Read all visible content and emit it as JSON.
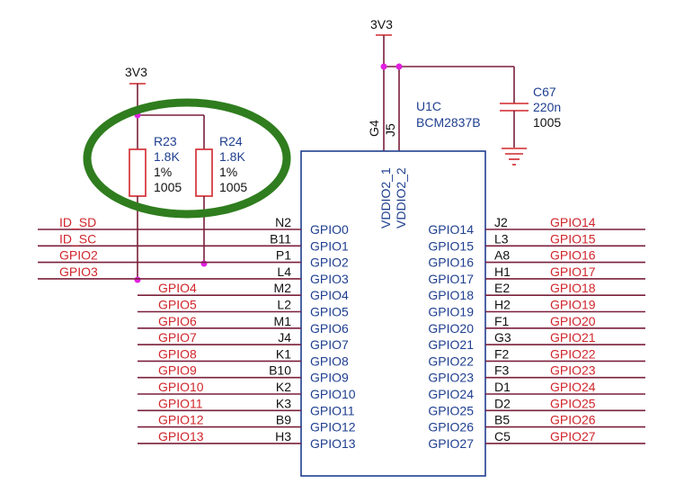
{
  "power": {
    "top": "3V3",
    "left": "3V3"
  },
  "resistors": [
    {
      "ref": "R23",
      "value": "1.8K",
      "tol": "1%",
      "pkg": "1005"
    },
    {
      "ref": "R24",
      "value": "1.8K",
      "tol": "1%",
      "pkg": "1005"
    }
  ],
  "capacitor": {
    "ref": "C67",
    "value": "220n",
    "pkg": "1005"
  },
  "chip": {
    "ref": "U1C",
    "part": "BCM2837B",
    "supply_pins": [
      {
        "pad": "G4",
        "name": "VDDIO2_1"
      },
      {
        "pad": "J5",
        "name": "VDDIO2_2"
      }
    ],
    "left_pins": [
      {
        "net": "ID_SD",
        "pad": "N2",
        "name": "GPIO0"
      },
      {
        "net": "ID_SC",
        "pad": "B11",
        "name": "GPIO1"
      },
      {
        "net": "GPIO2",
        "pad": "P1",
        "name": "GPIO2"
      },
      {
        "net": "GPIO3",
        "pad": "L4",
        "name": "GPIO3"
      },
      {
        "net": "GPIO4",
        "pad": "M2",
        "name": "GPIO4"
      },
      {
        "net": "GPIO5",
        "pad": "L2",
        "name": "GPIO5"
      },
      {
        "net": "GPIO6",
        "pad": "M1",
        "name": "GPIO6"
      },
      {
        "net": "GPIO7",
        "pad": "J4",
        "name": "GPIO7"
      },
      {
        "net": "GPIO8",
        "pad": "K1",
        "name": "GPIO8"
      },
      {
        "net": "GPIO9",
        "pad": "B10",
        "name": "GPIO9"
      },
      {
        "net": "GPIO10",
        "pad": "K2",
        "name": "GPIO10"
      },
      {
        "net": "GPIO11",
        "pad": "K3",
        "name": "GPIO11"
      },
      {
        "net": "GPIO12",
        "pad": "B9",
        "name": "GPIO12"
      },
      {
        "net": "GPIO13",
        "pad": "H3",
        "name": "GPIO13"
      }
    ],
    "right_pins": [
      {
        "name": "GPIO14",
        "pad": "J2",
        "net": "GPIO14"
      },
      {
        "name": "GPIO15",
        "pad": "L3",
        "net": "GPIO15"
      },
      {
        "name": "GPIO16",
        "pad": "A8",
        "net": "GPIO16"
      },
      {
        "name": "GPIO17",
        "pad": "H1",
        "net": "GPIO17"
      },
      {
        "name": "GPIO18",
        "pad": "E2",
        "net": "GPIO18"
      },
      {
        "name": "GPIO19",
        "pad": "H2",
        "net": "GPIO19"
      },
      {
        "name": "GPIO20",
        "pad": "F1",
        "net": "GPIO20"
      },
      {
        "name": "GPIO21",
        "pad": "G3",
        "net": "GPIO21"
      },
      {
        "name": "GPIO22",
        "pad": "F2",
        "net": "GPIO22"
      },
      {
        "name": "GPIO23",
        "pad": "F3",
        "net": "GPIO23"
      },
      {
        "name": "GPIO24",
        "pad": "D1",
        "net": "GPIO24"
      },
      {
        "name": "GPIO25",
        "pad": "D2",
        "net": "GPIO25"
      },
      {
        "name": "GPIO26",
        "pad": "B5",
        "net": "GPIO26"
      },
      {
        "name": "GPIO27",
        "pad": "C5",
        "net": "GPIO27"
      }
    ]
  },
  "colors": {
    "net_label": "#d0262c",
    "component_text": "#1f3f8f",
    "wire": "#7a1f3a",
    "junction": "#e020e0",
    "highlight_ring": "#2f7d1e"
  }
}
